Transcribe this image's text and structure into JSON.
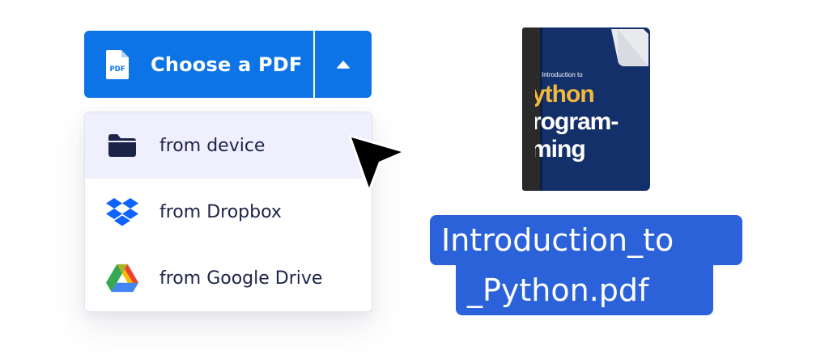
{
  "choose_button": {
    "label": "Choose a PDF",
    "icon": "pdf-file-icon",
    "icon_text": "PDF",
    "toggle_icon": "caret-up-icon",
    "color": "#0d74e7"
  },
  "menu": {
    "items": [
      {
        "label": "from device",
        "icon": "folder-icon",
        "active": true
      },
      {
        "label": "from Dropbox",
        "icon": "dropbox-icon",
        "active": false
      },
      {
        "label": "from Google Drive",
        "icon": "google-drive-icon",
        "active": false
      }
    ]
  },
  "book": {
    "subtitle": "Introduction to",
    "title_line1": "ython",
    "title_line2": "rogram-",
    "title_line3": "ming",
    "cover_color": "#13306a",
    "accent_color": "#f3b93a"
  },
  "filename": {
    "line1": "Introduction_to",
    "line2": "_Python.pdf",
    "color": "#2b62d9"
  }
}
